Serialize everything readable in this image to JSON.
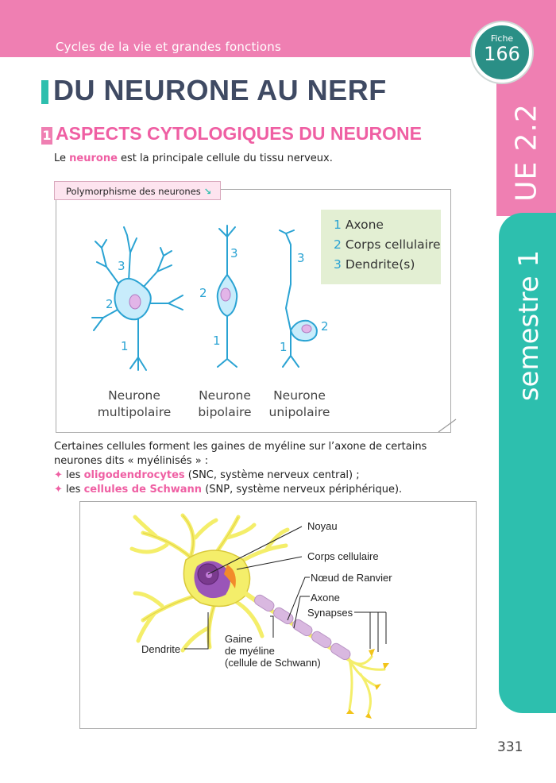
{
  "header": {
    "title": "Cycles de la vie et grandes fonctions"
  },
  "fiche": {
    "label": "Fiche",
    "number": "166"
  },
  "side": {
    "ue": "UE 2.2",
    "semester": "semestre 1"
  },
  "page_title": "DU NEURONE AU NERF",
  "section": {
    "number": "1",
    "title": "ASPECTS CYTOLOGIQUES DU NEURONE"
  },
  "intro": {
    "before": "Le ",
    "highlight": "neurone",
    "after": " est la principale cellule du tissu nerveux."
  },
  "figure1": {
    "tab": "Polymorphisme des neurones",
    "tab_arrow": "↘",
    "legend": [
      {
        "num": "1",
        "label": "Axone"
      },
      {
        "num": "2",
        "label": "Corps cellulaire"
      },
      {
        "num": "3",
        "label": "Dendrite(s)"
      }
    ],
    "neurons": [
      {
        "line1": "Neurone",
        "line2": "multipolaire"
      },
      {
        "line1": "Neurone",
        "line2": "bipolaire"
      },
      {
        "line1": "Neurone",
        "line2": "unipolaire"
      }
    ],
    "numbers": {
      "one": "1",
      "two": "2",
      "three": "3"
    }
  },
  "myelin": {
    "line1": "Certaines cellules forment les gaines de myéline sur l’axone de certains",
    "line2": "neurones dits « myélinisés » :",
    "bullet_symbol": "✦",
    "bullets": [
      {
        "before": " les ",
        "highlight": "oligodendrocytes",
        "after": " (SNC, système nerveux central) ;"
      },
      {
        "before": " les ",
        "highlight": "cellules de Schwann",
        "after": " (SNP, système nerveux périphérique)."
      }
    ]
  },
  "figure2": {
    "labels": {
      "noyau": "Noyau",
      "corps": "Corps cellulaire",
      "noeud": "Nœud de Ranvier",
      "axone": "Axone",
      "synapses": "Synapses",
      "dendrite": "Dendrite",
      "gaine1": "Gaine",
      "gaine2": "de myéline",
      "gaine3": "(cellule de Schwann)"
    },
    "colors": {
      "neuron": "#f4ee6a",
      "sheath": "#d9b8e0",
      "nucleus": "#7a3a8e",
      "organelle": "#f28a2a"
    }
  },
  "page_number": "331"
}
